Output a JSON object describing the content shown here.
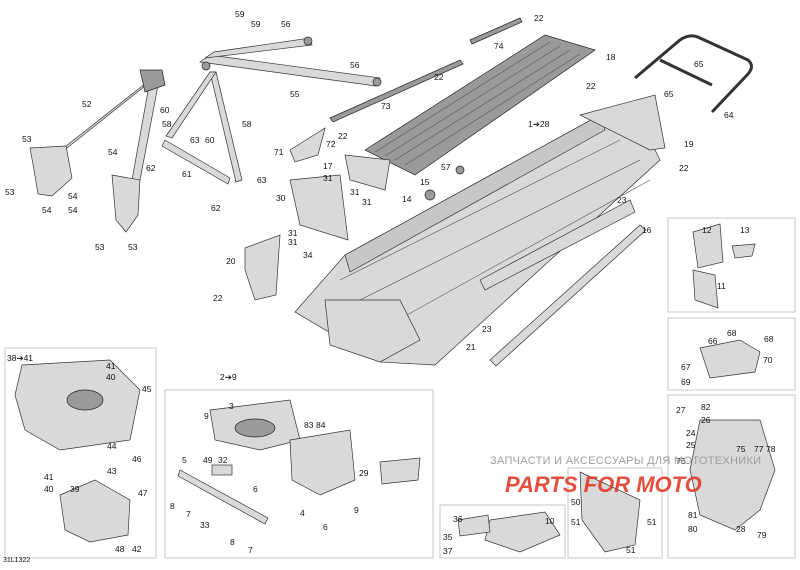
{
  "drawing_code": "31L1322",
  "watermark": {
    "cyrillic_line": "ЗАПЧАСТИ И АКСЕССУАРЫ ДЛЯ МОТОТЕХНИКИ",
    "logo_text": "PARTS FOR MOTO"
  },
  "callouts": [
    {
      "id": "c59a",
      "text": "59"
    },
    {
      "id": "c59b",
      "text": "59"
    },
    {
      "id": "c56a",
      "text": "56"
    },
    {
      "id": "c56b",
      "text": "56"
    },
    {
      "id": "c55",
      "text": "55"
    },
    {
      "id": "c52",
      "text": "52"
    },
    {
      "id": "c53a",
      "text": "53"
    },
    {
      "id": "c53b",
      "text": "53"
    },
    {
      "id": "c53c",
      "text": "53"
    },
    {
      "id": "c53d",
      "text": "53"
    },
    {
      "id": "c54a",
      "text": "54"
    },
    {
      "id": "c54b",
      "text": "54"
    },
    {
      "id": "c54c",
      "text": "54"
    },
    {
      "id": "c54d",
      "text": "54"
    },
    {
      "id": "c60a",
      "text": "60"
    },
    {
      "id": "c60b",
      "text": "60"
    },
    {
      "id": "c58a",
      "text": "58"
    },
    {
      "id": "c58b",
      "text": "58"
    },
    {
      "id": "c63a",
      "text": "63"
    },
    {
      "id": "c63b",
      "text": "63"
    },
    {
      "id": "c62a",
      "text": "62"
    },
    {
      "id": "c62b",
      "text": "62"
    },
    {
      "id": "c61",
      "text": "61"
    },
    {
      "id": "c22a",
      "text": "22"
    },
    {
      "id": "c22b",
      "text": "22"
    },
    {
      "id": "c22c",
      "text": "22"
    },
    {
      "id": "c22d",
      "text": "22"
    },
    {
      "id": "c22e",
      "text": "22"
    },
    {
      "id": "c22f",
      "text": "22"
    },
    {
      "id": "c74",
      "text": "74"
    },
    {
      "id": "c18",
      "text": "18"
    },
    {
      "id": "c73",
      "text": "73"
    },
    {
      "id": "c65a",
      "text": "65"
    },
    {
      "id": "c65b",
      "text": "65"
    },
    {
      "id": "c64",
      "text": "64"
    },
    {
      "id": "c128",
      "text": "1➔28"
    },
    {
      "id": "c19",
      "text": "19"
    },
    {
      "id": "c71",
      "text": "71"
    },
    {
      "id": "c72",
      "text": "72"
    },
    {
      "id": "c17",
      "text": "17"
    },
    {
      "id": "c31a",
      "text": "31"
    },
    {
      "id": "c31b",
      "text": "31"
    },
    {
      "id": "c31c",
      "text": "31"
    },
    {
      "id": "c31d",
      "text": "31"
    },
    {
      "id": "c31e",
      "text": "31"
    },
    {
      "id": "c30",
      "text": "30"
    },
    {
      "id": "c57",
      "text": "57"
    },
    {
      "id": "c15",
      "text": "15"
    },
    {
      "id": "c14",
      "text": "14"
    },
    {
      "id": "c34",
      "text": "34"
    },
    {
      "id": "c20",
      "text": "20"
    },
    {
      "id": "c23a",
      "text": "23"
    },
    {
      "id": "c23b",
      "text": "23"
    },
    {
      "id": "c16",
      "text": "16"
    },
    {
      "id": "c21",
      "text": "21"
    },
    {
      "id": "c12",
      "text": "12"
    },
    {
      "id": "c13",
      "text": "13"
    },
    {
      "id": "c11",
      "text": "11"
    },
    {
      "id": "c68a",
      "text": "68"
    },
    {
      "id": "c68b",
      "text": "68"
    },
    {
      "id": "c66",
      "text": "66"
    },
    {
      "id": "c67",
      "text": "67"
    },
    {
      "id": "c70",
      "text": "70"
    },
    {
      "id": "c69",
      "text": "69"
    },
    {
      "id": "c3841",
      "text": "38➔41"
    },
    {
      "id": "c41a",
      "text": "41"
    },
    {
      "id": "c40a",
      "text": "40"
    },
    {
      "id": "c41b",
      "text": "41"
    },
    {
      "id": "c40b",
      "text": "40"
    },
    {
      "id": "c45",
      "text": "45"
    },
    {
      "id": "c44",
      "text": "44"
    },
    {
      "id": "c46",
      "text": "46"
    },
    {
      "id": "c43",
      "text": "43"
    },
    {
      "id": "c39",
      "text": "39"
    },
    {
      "id": "c47",
      "text": "47"
    },
    {
      "id": "c42",
      "text": "42"
    },
    {
      "id": "c48",
      "text": "48"
    },
    {
      "id": "c29",
      "text": "2➔9"
    },
    {
      "id": "c3",
      "text": "3"
    },
    {
      "id": "c9a",
      "text": "9"
    },
    {
      "id": "c83",
      "text": "83"
    },
    {
      "id": "c84",
      "text": "84"
    },
    {
      "id": "c5",
      "text": "5"
    },
    {
      "id": "c49",
      "text": "49"
    },
    {
      "id": "c32",
      "text": "32"
    },
    {
      "id": "c6a",
      "text": "6"
    },
    {
      "id": "c6b",
      "text": "6"
    },
    {
      "id": "c8a",
      "text": "8"
    },
    {
      "id": "c8b",
      "text": "8"
    },
    {
      "id": "c7a",
      "text": "7"
    },
    {
      "id": "c7b",
      "text": "7"
    },
    {
      "id": "c33",
      "text": "33"
    },
    {
      "id": "c4",
      "text": "4"
    },
    {
      "id": "c9b",
      "text": "9"
    },
    {
      "id": "c29b",
      "text": "29"
    },
    {
      "id": "c36",
      "text": "36"
    },
    {
      "id": "c35",
      "text": "35"
    },
    {
      "id": "c37",
      "text": "37"
    },
    {
      "id": "c10",
      "text": "10"
    },
    {
      "id": "c50",
      "text": "50"
    },
    {
      "id": "c51a",
      "text": "51"
    },
    {
      "id": "c51b",
      "text": "51"
    },
    {
      "id": "c51c",
      "text": "51"
    },
    {
      "id": "c27",
      "text": "27"
    },
    {
      "id": "c82",
      "text": "82"
    },
    {
      "id": "c26",
      "text": "26"
    },
    {
      "id": "c24",
      "text": "24"
    },
    {
      "id": "c25",
      "text": "25"
    },
    {
      "id": "c76",
      "text": "76"
    },
    {
      "id": "c75",
      "text": "75"
    },
    {
      "id": "c77",
      "text": "77"
    },
    {
      "id": "c78",
      "text": "78"
    },
    {
      "id": "c81",
      "text": "81"
    },
    {
      "id": "c80",
      "text": "80"
    },
    {
      "id": "c28",
      "text": "28"
    },
    {
      "id": "c79",
      "text": "79"
    }
  ]
}
